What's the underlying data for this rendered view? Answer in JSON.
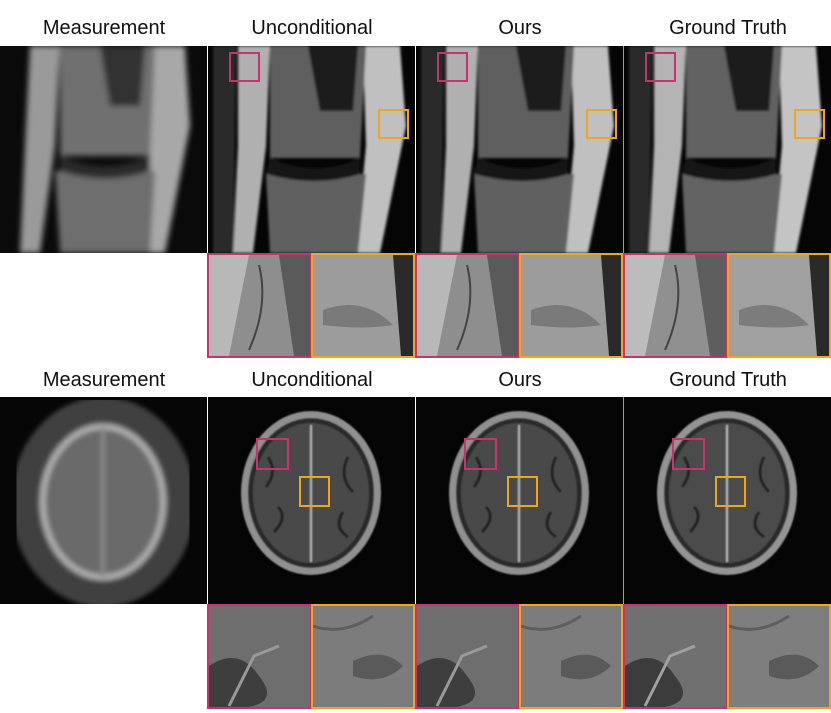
{
  "rows": [
    {
      "name": "knee",
      "columns": [
        "Measurement",
        "Unconditional",
        "Ours",
        "Ground Truth"
      ]
    },
    {
      "name": "brain",
      "columns": [
        "Measurement",
        "Unconditional",
        "Ours",
        "Ground Truth"
      ]
    }
  ],
  "colors": {
    "box_red": "#c8326e",
    "box_orange": "#f0a51e",
    "background": "#ffffff"
  }
}
